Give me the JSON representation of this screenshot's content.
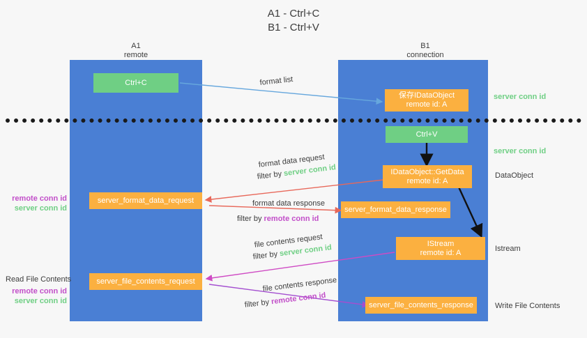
{
  "title": {
    "line1": "A1 - Ctrl+C",
    "line2": "B1 - Ctrl+V"
  },
  "lanes": [
    {
      "id": "a1",
      "name": "A1",
      "sub": "remote"
    },
    {
      "id": "b1",
      "name": "B1",
      "sub": "connection"
    }
  ],
  "nodes": {
    "ctrl_c": {
      "line1": "Ctrl+C",
      "line2": "",
      "color": "#6fcf84"
    },
    "save_idataobject": {
      "line1": "保存IDataObject",
      "line2": "remote id: A",
      "color": "#fbb040"
    },
    "ctrl_v": {
      "line1": "Ctrl+V",
      "line2": "",
      "color": "#6fcf84"
    },
    "getdata": {
      "line1": "IDataObject::GetData",
      "line2": "remote id: A",
      "color": "#fbb040"
    },
    "server_format_data_request": {
      "line1": "server_format_data_request",
      "line2": "",
      "color": "#fbb040"
    },
    "server_format_data_response": {
      "line1": "server_format_data_response",
      "line2": "",
      "color": "#fbb040"
    },
    "istream": {
      "line1": "IStream",
      "line2": "remote id: A",
      "color": "#fbb040"
    },
    "server_file_contents_request": {
      "line1": "server_file_contents_request",
      "line2": "",
      "color": "#fbb040"
    },
    "server_file_contents_response": {
      "line1": "server_file_contents_response",
      "line2": "",
      "color": "#fbb040"
    }
  },
  "edge_labels": {
    "format_list": "format list",
    "format_data_request": "format data request",
    "format_data_response": "format data response",
    "file_contents_request": "file contents request",
    "file_contents_response": "file contents response",
    "filter_by": "filter by",
    "server_conn_id": "server conn id",
    "remote_conn_id": "remote conn id"
  },
  "right_labels": [
    {
      "id": "server-conn-id-1",
      "text": "server conn id",
      "color": "#6fcf84"
    },
    {
      "id": "server-conn-id-2",
      "text": "server conn id",
      "color": "#6fcf84"
    },
    {
      "id": "dataobject",
      "text": "DataObject",
      "color": "#3c3c3c"
    },
    {
      "id": "istream",
      "text": "Istream",
      "color": "#3c3c3c"
    },
    {
      "id": "write-file-contents",
      "text": "Write File Contents",
      "color": "#3c3c3c"
    }
  ],
  "left_labels": {
    "group1": {
      "remote": "remote conn id",
      "server": "server conn id"
    },
    "read_file_contents": "Read File Contents",
    "group2": {
      "remote": "remote conn id",
      "server": "server conn id"
    }
  },
  "colors": {
    "lane": "#4a7fd4",
    "green_node": "#6fcf84",
    "orange_node": "#fbb040",
    "green_text": "#6fcf84",
    "purple_text": "#c24fc9",
    "blue_arrow": "#66a7dd",
    "red_arrow": "#e8685a",
    "magenta_arrow": "#cf4bc4",
    "purple_arrow": "#a44fd0",
    "black_arrow": "#111111",
    "background": "#f7f7f7",
    "divider": "#1a1a1a"
  }
}
